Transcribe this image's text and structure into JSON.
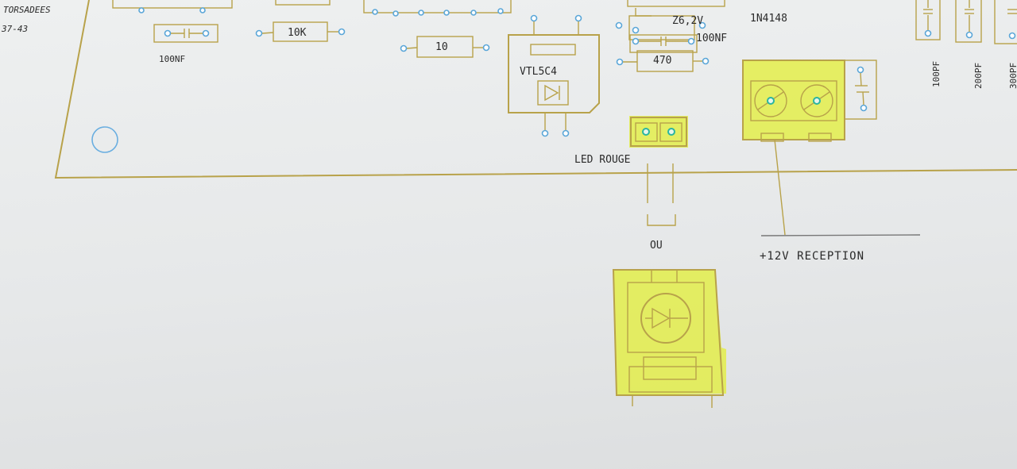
{
  "labels": {
    "torsadees": "TORSADEES",
    "range": "37-43",
    "cap_100nf_left": "100NF",
    "res_10k": "10K",
    "res_10": "10",
    "optocoupler": "VTL5C4",
    "zener": "Z6,2V",
    "diode": "1N4148",
    "cap_100nf_mid": "100NF",
    "res_470": "470",
    "cap_100pf": "100PF",
    "cap_200pf": "200PF",
    "cap_300pf": "300PF",
    "led_rouge": "LED ROUGE",
    "ou": "OU",
    "supply": "+12V RECEPTION"
  },
  "colors": {
    "trace": "#b8a24a",
    "highlight": "#e3ee3c",
    "pad_blue": "#5aa6d8",
    "pad_green": "#2bb5a0",
    "paper": "#eceeef"
  }
}
